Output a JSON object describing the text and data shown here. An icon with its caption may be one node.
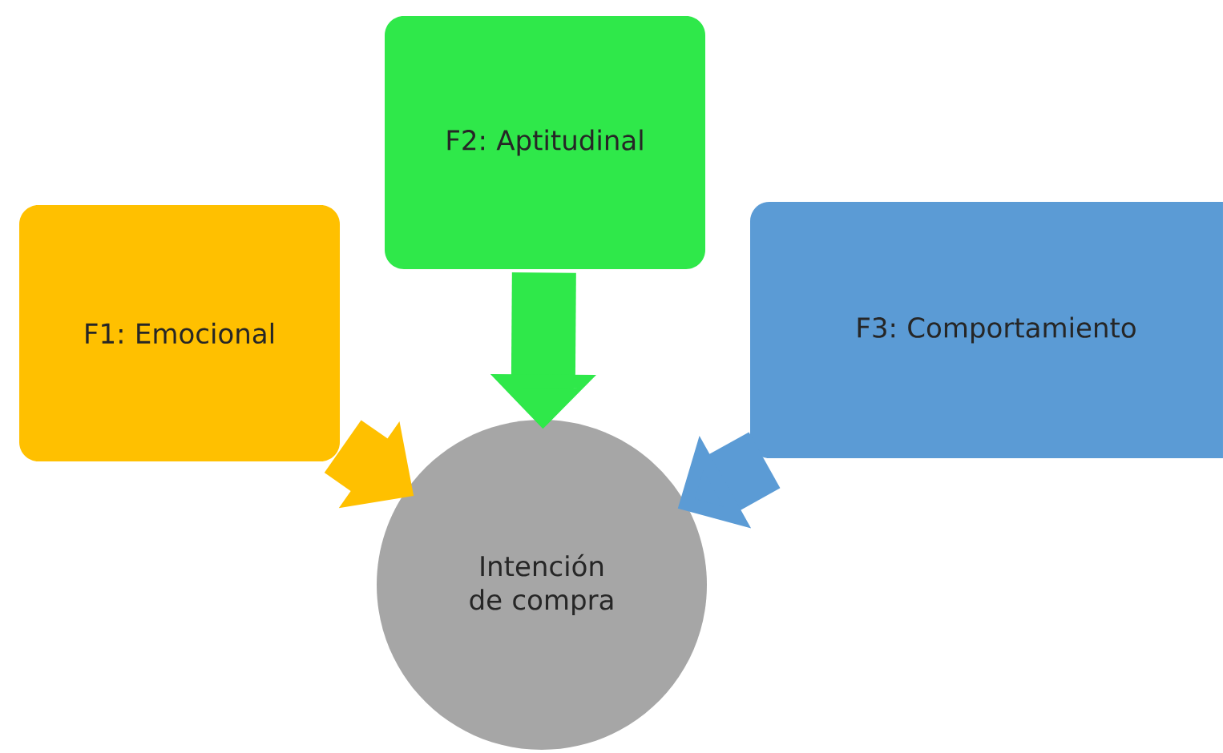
{
  "diagram": {
    "nodes": [
      {
        "text": [
          "F1: Emocional"
        ]
      },
      {
        "text": [
          "F2: Aptitudinal"
        ]
      },
      {
        "text": [
          "F3: Comportamiento"
        ]
      },
      {
        "text": [
          "Intención de compra"
        ]
      }
    ],
    "edges": [
      {
        "from": 0,
        "to": 3,
        "arrow": "to",
        "color": "#ffc000"
      },
      {
        "from": 1,
        "to": 3,
        "arrow": "to",
        "color": "#2fe84a"
      },
      {
        "from": 2,
        "to": 3,
        "arrow": "to",
        "color": "#5b9bd5"
      }
    ]
  }
}
